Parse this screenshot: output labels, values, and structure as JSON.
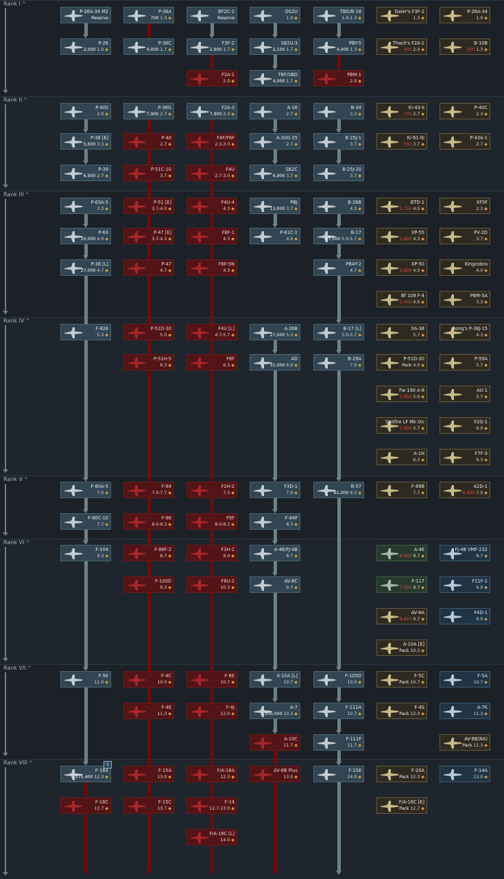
{
  "colors": {
    "background": "#1b2127",
    "researched_card": "#314552",
    "locked_card": "#521416",
    "premium_card": "#2f2a21",
    "red_line": "#6e0b0b",
    "gray_line": "#6d8189",
    "sl_cost": "#ffffff",
    "ge_price": "#e04b3c",
    "br_dot": "#d49a38"
  },
  "icons": {
    "rank_toggle": "chevron-up-icon",
    "vehicle": "aircraft-silhouette-icon",
    "premium_marker": "ge-coin-icon",
    "squadron_marker": "gear-badge-icon",
    "notification": "shield-badge-icon"
  },
  "ranks": [
    {
      "label": "Rank I",
      "chevron": "^"
    },
    {
      "label": "Rank II",
      "chevron": "^"
    },
    {
      "label": "Rank III",
      "chevron": "^"
    },
    {
      "label": "Rank IV",
      "chevron": "^"
    },
    {
      "label": "Rank V",
      "chevron": "^"
    },
    {
      "label": "Rank VI",
      "chevron": "^"
    },
    {
      "label": "Rank VII",
      "chevron": "^"
    },
    {
      "label": "Rank VIII",
      "chevron": "^"
    }
  ],
  "badge_text": "S",
  "vehicles": [
    {
      "id": "p26a34m2",
      "name": "P-26A-34 M2",
      "cost": "Reserve",
      "br": "",
      "style": "res"
    },
    {
      "id": "p36a",
      "name": "P-36A",
      "cost": "700",
      "br": "1.3",
      "style": "res"
    },
    {
      "id": "bf2c1",
      "name": "BF2C-1",
      "cost": "Reserve",
      "br": "",
      "style": "res"
    },
    {
      "id": "os2u",
      "name": "OS2U",
      "cost": "",
      "br": "1.0",
      "style": "res"
    },
    {
      "id": "tbdb18",
      "name": "TBD/B-18",
      "cost": "",
      "br": "1.0-1.3",
      "style": "res"
    },
    {
      "id": "galers",
      "name": "Galer's F3F-2",
      "cost": "",
      "br": "1.3",
      "style": "prem"
    },
    {
      "id": "p26a34",
      "name": "P-26A-34",
      "cost": "",
      "br": "1.0",
      "style": "prem"
    },
    {
      "id": "p26",
      "name": "P-26",
      "cost": "2,000",
      "br": "1.0",
      "style": "res"
    },
    {
      "id": "p36c",
      "name": "P-36C",
      "cost": "4,000",
      "br": "1.7",
      "style": "res"
    },
    {
      "id": "f3f2",
      "name": "F3F-2",
      "cost": "2,900",
      "br": "1.7",
      "style": "res"
    },
    {
      "id": "sb2u3",
      "name": "SB2U-3",
      "cost": "2,100",
      "br": "1.7",
      "style": "res"
    },
    {
      "id": "pby5",
      "name": "PBY-5",
      "cost": "4,000",
      "br": "1.3",
      "style": "res"
    },
    {
      "id": "thachs",
      "name": "Thach's F2A-1",
      "cost": "400",
      "br": "2.0",
      "style": "prem"
    },
    {
      "id": "b10b",
      "name": "B-10B",
      "cost": "350",
      "br": "1.3",
      "style": "prem"
    },
    {
      "id": "f2a1",
      "name": "F2A-1",
      "cost": "",
      "br": "2.0",
      "style": "lock"
    },
    {
      "id": "tbf",
      "name": "TBF/SBD",
      "cost": "4,000",
      "br": "1.7",
      "style": "res"
    },
    {
      "id": "pbm1",
      "name": "PBM-1",
      "cost": "",
      "br": "2.0",
      "style": "lock"
    },
    {
      "id": "p400",
      "name": "P-400",
      "cost": "",
      "br": "2.0",
      "style": "res"
    },
    {
      "id": "p36g",
      "name": "P-36G",
      "cost": "7,900",
      "br": "2.7",
      "style": "res"
    },
    {
      "id": "f2a3",
      "name": "F2A-3",
      "cost": "7,900",
      "br": "2.3",
      "style": "res"
    },
    {
      "id": "a16",
      "name": "A-16",
      "cost": "",
      "br": "2.7",
      "style": "res"
    },
    {
      "id": "b34",
      "name": "B-34",
      "cost": "",
      "br": "3.3",
      "style": "res"
    },
    {
      "id": "ki43",
      "name": "Ki-43-II",
      "cost": "700",
      "br": "2.7",
      "style": "prem"
    },
    {
      "id": "p40c",
      "name": "P-40C",
      "cost": "",
      "br": "2.3",
      "style": "prem"
    },
    {
      "id": "p38e",
      "name": "P-38 [E]",
      "cost": "5,600",
      "br": "3.3",
      "style": "res"
    },
    {
      "id": "p40",
      "name": "P-40",
      "cost": "",
      "br": "2.7",
      "style": "lock"
    },
    {
      "id": "f4ff6f",
      "name": "F4F/F6F",
      "cost": "",
      "br": "2.3-3.3",
      "style": "lock"
    },
    {
      "id": "a20g",
      "name": "A-20G-25",
      "cost": "",
      "br": "2.7",
      "style": "res"
    },
    {
      "id": "b25j1",
      "name": "B-25J-1",
      "cost": "",
      "br": "3.7",
      "style": "res"
    },
    {
      "id": "ki61",
      "name": "Ki-61-Ib",
      "cost": "550",
      "br": "3.7",
      "style": "prem"
    },
    {
      "id": "p43a1",
      "name": "P-43A-1",
      "cost": "",
      "br": "2.7",
      "style": "prem"
    },
    {
      "id": "p39",
      "name": "P-39",
      "cost": "6,900",
      "br": "2.7",
      "style": "res"
    },
    {
      "id": "p51c10",
      "name": "P-51C-10",
      "cost": "",
      "br": "3.7",
      "style": "lock"
    },
    {
      "id": "f4u",
      "name": "F4U",
      "cost": "",
      "br": "2.7-3.0",
      "style": "lock"
    },
    {
      "id": "sb2c",
      "name": "SB2C",
      "cost": "6,900",
      "br": "3.7",
      "style": "res"
    },
    {
      "id": "b25j20",
      "name": "B-25J-20",
      "cost": "",
      "br": "3.7",
      "style": "res"
    },
    {
      "id": "p63a5",
      "name": "P-63A-5",
      "cost": "",
      "br": "3.3",
      "style": "res"
    },
    {
      "id": "p51e",
      "name": "P-51 [E]",
      "cost": "",
      "br": "3.7-4.0",
      "style": "lock"
    },
    {
      "id": "f4u4",
      "name": "F4U-4",
      "cost": "",
      "br": "4.3",
      "style": "lock"
    },
    {
      "id": "pbj",
      "name": "PBJ",
      "cost": "13,000",
      "br": "3.7",
      "style": "res"
    },
    {
      "id": "b26b",
      "name": "B-26B",
      "cost": "",
      "br": "4.3",
      "style": "res"
    },
    {
      "id": "btd1",
      "name": "BTD-1",
      "cost": "1,750",
      "br": "4.0",
      "style": "prem"
    },
    {
      "id": "xf5f",
      "name": "XF5F",
      "cost": "",
      "br": "2.3",
      "style": "prem"
    },
    {
      "id": "p63",
      "name": "P-63",
      "cost": "20,000",
      "br": "4.0",
      "style": "res"
    },
    {
      "id": "p47e",
      "name": "P-47 [E]",
      "cost": "",
      "br": "3.7-4.3",
      "style": "lock"
    },
    {
      "id": "f8f1",
      "name": "F8F-1",
      "cost": "",
      "br": "4.3",
      "style": "lock"
    },
    {
      "id": "p61c1",
      "name": "P-61C-1",
      "cost": "",
      "br": "4.0",
      "style": "res"
    },
    {
      "id": "b17",
      "name": "B-17",
      "cost": "17,000",
      "br": "5.0-5.7",
      "style": "res"
    },
    {
      "id": "xp55",
      "name": "XP-55",
      "cost": "1,900",
      "br": "4.3",
      "style": "prem"
    },
    {
      "id": "pv2d",
      "name": "PV-2D",
      "cost": "",
      "br": "3.7",
      "style": "prem"
    },
    {
      "id": "p38l",
      "name": "P-38 [L]",
      "cost": "27,000",
      "br": "4.7",
      "style": "res"
    },
    {
      "id": "p47",
      "name": "P-47",
      "cost": "",
      "br": "4.7",
      "style": "lock"
    },
    {
      "id": "f6f5n",
      "name": "F6F-5N",
      "cost": "",
      "br": "4.3",
      "style": "lock"
    },
    {
      "id": "pb4y2",
      "name": "PB4Y-2",
      "cost": "",
      "br": "4.7",
      "style": "res"
    },
    {
      "id": "xp50",
      "name": "XP-50",
      "cost": "1,600",
      "br": "4.0",
      "style": "prem"
    },
    {
      "id": "kingcobra",
      "name": "Kingcobra",
      "cost": "",
      "br": "4.0",
      "style": "prem"
    },
    {
      "id": "bf109",
      "name": "Bf 109 F-4",
      "cost": "1,450",
      "br": "4.0",
      "style": "prem"
    },
    {
      "id": "pbm5a",
      "name": "PBM-5A",
      "cost": "",
      "br": "3.3",
      "style": "prem"
    },
    {
      "id": "f82e",
      "name": "F-82E",
      "cost": "",
      "br": "5.3",
      "style": "res"
    },
    {
      "id": "p51d30",
      "name": "P-51D-30",
      "cost": "",
      "br": "5.0",
      "style": "lock"
    },
    {
      "id": "f4ul",
      "name": "F4U [L]",
      "cost": "",
      "br": "4.7-5.7",
      "style": "lock"
    },
    {
      "id": "a26b",
      "name": "A-26B",
      "cost": "27,000",
      "br": "5.3",
      "style": "res"
    },
    {
      "id": "b17l",
      "name": "B-17 [L]",
      "cost": "",
      "br": "5.0-5.7",
      "style": "res"
    },
    {
      "id": "xa38",
      "name": "XA-38",
      "cost": "",
      "br": "5.7",
      "style": "prem"
    },
    {
      "id": "bongs",
      "name": "Bong's P-38J-15",
      "cost": "",
      "br": "4.3",
      "style": "prem"
    },
    {
      "id": "p51h5",
      "name": "P-51H-5",
      "cost": "",
      "br": "6.3",
      "style": "lock"
    },
    {
      "id": "f8f",
      "name": "F8F",
      "cost": "",
      "br": "6.3",
      "style": "lock"
    },
    {
      "id": "ad",
      "name": "AD",
      "cost": "31,000",
      "br": "6.0",
      "style": "res"
    },
    {
      "id": "b29a",
      "name": "B-29A",
      "cost": "",
      "br": "7.0",
      "style": "res"
    },
    {
      "id": "p51d20",
      "name": "P-51D-20",
      "cost": "Pack",
      "br": "4.0",
      "style": "prem"
    },
    {
      "id": "p59a",
      "name": "P-59A",
      "cost": "",
      "br": "5.7",
      "style": "prem"
    },
    {
      "id": "fw190",
      "name": "Fw 190 A-8",
      "cost": "1,850",
      "br": "5.0",
      "style": "prem"
    },
    {
      "id": "au1",
      "name": "AU-1",
      "cost": "",
      "br": "5.7",
      "style": "prem"
    },
    {
      "id": "spitfire",
      "name": "Spitfire LF Mk IXc",
      "cost": "1,880",
      "br": "5.7",
      "style": "prem"
    },
    {
      "id": "f2g1",
      "name": "F2G-1",
      "cost": "",
      "br": "6.0",
      "style": "prem"
    },
    {
      "id": "a1h",
      "name": "A-1H",
      "cost": "",
      "br": "6.3",
      "style": "prem"
    },
    {
      "id": "f7f3",
      "name": "F7F-3",
      "cost": "",
      "br": "6.3",
      "style": "prem"
    },
    {
      "id": "f80a5",
      "name": "F-80A-5",
      "cost": "",
      "br": "7.0",
      "style": "res"
    },
    {
      "id": "f84",
      "name": "F-84",
      "cost": "",
      "br": "7.0-7.7",
      "style": "lock"
    },
    {
      "id": "f2h2",
      "name": "F2H-2",
      "cost": "",
      "br": "7.3",
      "style": "lock"
    },
    {
      "id": "f3d1",
      "name": "F3D-1",
      "cost": "",
      "br": "7.0",
      "style": "res"
    },
    {
      "id": "b57",
      "name": "B-57",
      "cost": "61,000",
      "br": "8.3",
      "style": "res"
    },
    {
      "id": "f89b",
      "name": "F-89B",
      "cost": "",
      "br": "7.7",
      "style": "prem"
    },
    {
      "id": "a2d1",
      "name": "A2D-1",
      "cost": "6,900",
      "br": "7.0",
      "style": "prem"
    },
    {
      "id": "f80c10",
      "name": "F-80C-10",
      "cost": "",
      "br": "7.7",
      "style": "res"
    },
    {
      "id": "f86",
      "name": "F-86",
      "cost": "",
      "br": "8.0-8.3",
      "style": "lock"
    },
    {
      "id": "f9f",
      "name": "F9F",
      "cost": "",
      "br": "8.0-8.3",
      "style": "lock"
    },
    {
      "id": "f84f",
      "name": "F-84F",
      "cost": "",
      "br": "8.3",
      "style": "res"
    },
    {
      "id": "f104",
      "name": "F-104",
      "cost": "",
      "br": "9.3",
      "style": "res"
    },
    {
      "id": "f86f2",
      "name": "F-86F-2",
      "cost": "",
      "br": "8.7",
      "style": "lock"
    },
    {
      "id": "f3h2",
      "name": "F3H-2",
      "cost": "",
      "br": "9.0",
      "style": "lock"
    },
    {
      "id": "a4b",
      "name": "A-4B/FJ-4B",
      "cost": "",
      "br": "8.7",
      "style": "res"
    },
    {
      "id": "a4e",
      "name": "A-4E",
      "cost": "6,900",
      "br": "8.7",
      "style": "green"
    },
    {
      "id": "fj4b",
      "name": "FJ-4B VMF-232",
      "cost": "",
      "br": "8.7",
      "style": "bluep"
    },
    {
      "id": "f100d",
      "name": "F-100D",
      "cost": "",
      "br": "9.3",
      "style": "lock"
    },
    {
      "id": "f8u2",
      "name": "F8U-2",
      "cost": "",
      "br": "10.3",
      "style": "lock"
    },
    {
      "id": "av8c",
      "name": "AV-8C",
      "cost": "",
      "br": "9.7",
      "style": "res"
    },
    {
      "id": "f117",
      "name": "F-117",
      "cost": "7,300",
      "br": "8.7",
      "style": "green"
    },
    {
      "id": "f11f1",
      "name": "F11F-1",
      "cost": "",
      "br": "9.0",
      "style": "bluep"
    },
    {
      "id": "av8a",
      "name": "AV-8A",
      "cost": "8,910",
      "br": "9.7",
      "style": "prem"
    },
    {
      "id": "f4d1",
      "name": "F4D-1",
      "cost": "",
      "br": "9.0",
      "style": "bluep"
    },
    {
      "id": "a10ae",
      "name": "A-10A [E]",
      "cost": "Pack",
      "br": "10.3",
      "style": "prem"
    },
    {
      "id": "f5e",
      "name": "F-5E",
      "cost": "",
      "br": "11.0",
      "style": "res"
    },
    {
      "id": "f4c",
      "name": "F-4C",
      "cost": "",
      "br": "10.0",
      "style": "lock"
    },
    {
      "id": "f8e",
      "name": "F-8E",
      "cost": "",
      "br": "10.7",
      "style": "lock"
    },
    {
      "id": "a10al",
      "name": "A-10A [L]",
      "cost": "",
      "br": "10.7",
      "style": "res"
    },
    {
      "id": "f105d",
      "name": "F-105D",
      "cost": "",
      "br": "10.0",
      "style": "res"
    },
    {
      "id": "f5c",
      "name": "F-5C",
      "cost": "Pack",
      "br": "10.7",
      "style": "prem"
    },
    {
      "id": "f5a",
      "name": "F-5A",
      "cost": "",
      "br": "10.7",
      "style": "bluep"
    },
    {
      "id": "f4e",
      "name": "F-4E",
      "cost": "",
      "br": "11.3",
      "style": "lock"
    },
    {
      "id": "f4j",
      "name": "F-4J",
      "cost": "",
      "br": "12.0",
      "style": "lock"
    },
    {
      "id": "a7",
      "name": "A-7",
      "cost": "300,000",
      "br": "10.3",
      "style": "res"
    },
    {
      "id": "f111a",
      "name": "F-111A",
      "cost": "",
      "br": "10.7",
      "style": "res"
    },
    {
      "id": "f4s",
      "name": "F-4S",
      "cost": "Pack",
      "br": "12.0",
      "style": "prem"
    },
    {
      "id": "a7k",
      "name": "A-7K",
      "cost": "",
      "br": "11.3",
      "style": "bluep"
    },
    {
      "id": "a10c",
      "name": "A-10C",
      "cost": "",
      "br": "11.7",
      "style": "lock"
    },
    {
      "id": "f111f",
      "name": "F-111F",
      "cost": "",
      "br": "11.7",
      "style": "res"
    },
    {
      "id": "av8bna",
      "name": "AV-8B(NA)",
      "cost": "Pack",
      "br": "11.3",
      "style": "prem"
    },
    {
      "id": "f16a",
      "name": "F-16A",
      "cost": "275,400",
      "br": "12.3",
      "style": "res"
    },
    {
      "id": "f15a",
      "name": "F-15A",
      "cost": "",
      "br": "13.0",
      "style": "lock"
    },
    {
      "id": "fa18a",
      "name": "F/A-18A",
      "cost": "",
      "br": "12.3",
      "style": "lock"
    },
    {
      "id": "av8bplus",
      "name": "AV-8B Plus",
      "cost": "",
      "br": "13.0",
      "style": "lock"
    },
    {
      "id": "f15e",
      "name": "F-15E",
      "cost": "",
      "br": "14.0",
      "style": "res"
    },
    {
      "id": "f20a",
      "name": "F-20A",
      "cost": "Pack",
      "br": "12.3",
      "style": "prem"
    },
    {
      "id": "f14a",
      "name": "F-14A",
      "cost": "",
      "br": "13.0",
      "style": "bluep"
    },
    {
      "id": "f16c",
      "name": "F-16C",
      "cost": "",
      "br": "13.7",
      "style": "lock"
    },
    {
      "id": "f15c",
      "name": "F-15C",
      "cost": "",
      "br": "13.7",
      "style": "lock"
    },
    {
      "id": "f14",
      "name": "F-14",
      "cost": "",
      "br": "12.7-13.0",
      "style": "lock"
    },
    {
      "id": "fa18ce",
      "name": "F/A-18C [E]",
      "cost": "Pack",
      "br": "12.7",
      "style": "prem"
    },
    {
      "id": "fa18cl",
      "name": "F/A-18C [L]",
      "cost": "",
      "br": "14.0",
      "style": "lock"
    }
  ]
}
